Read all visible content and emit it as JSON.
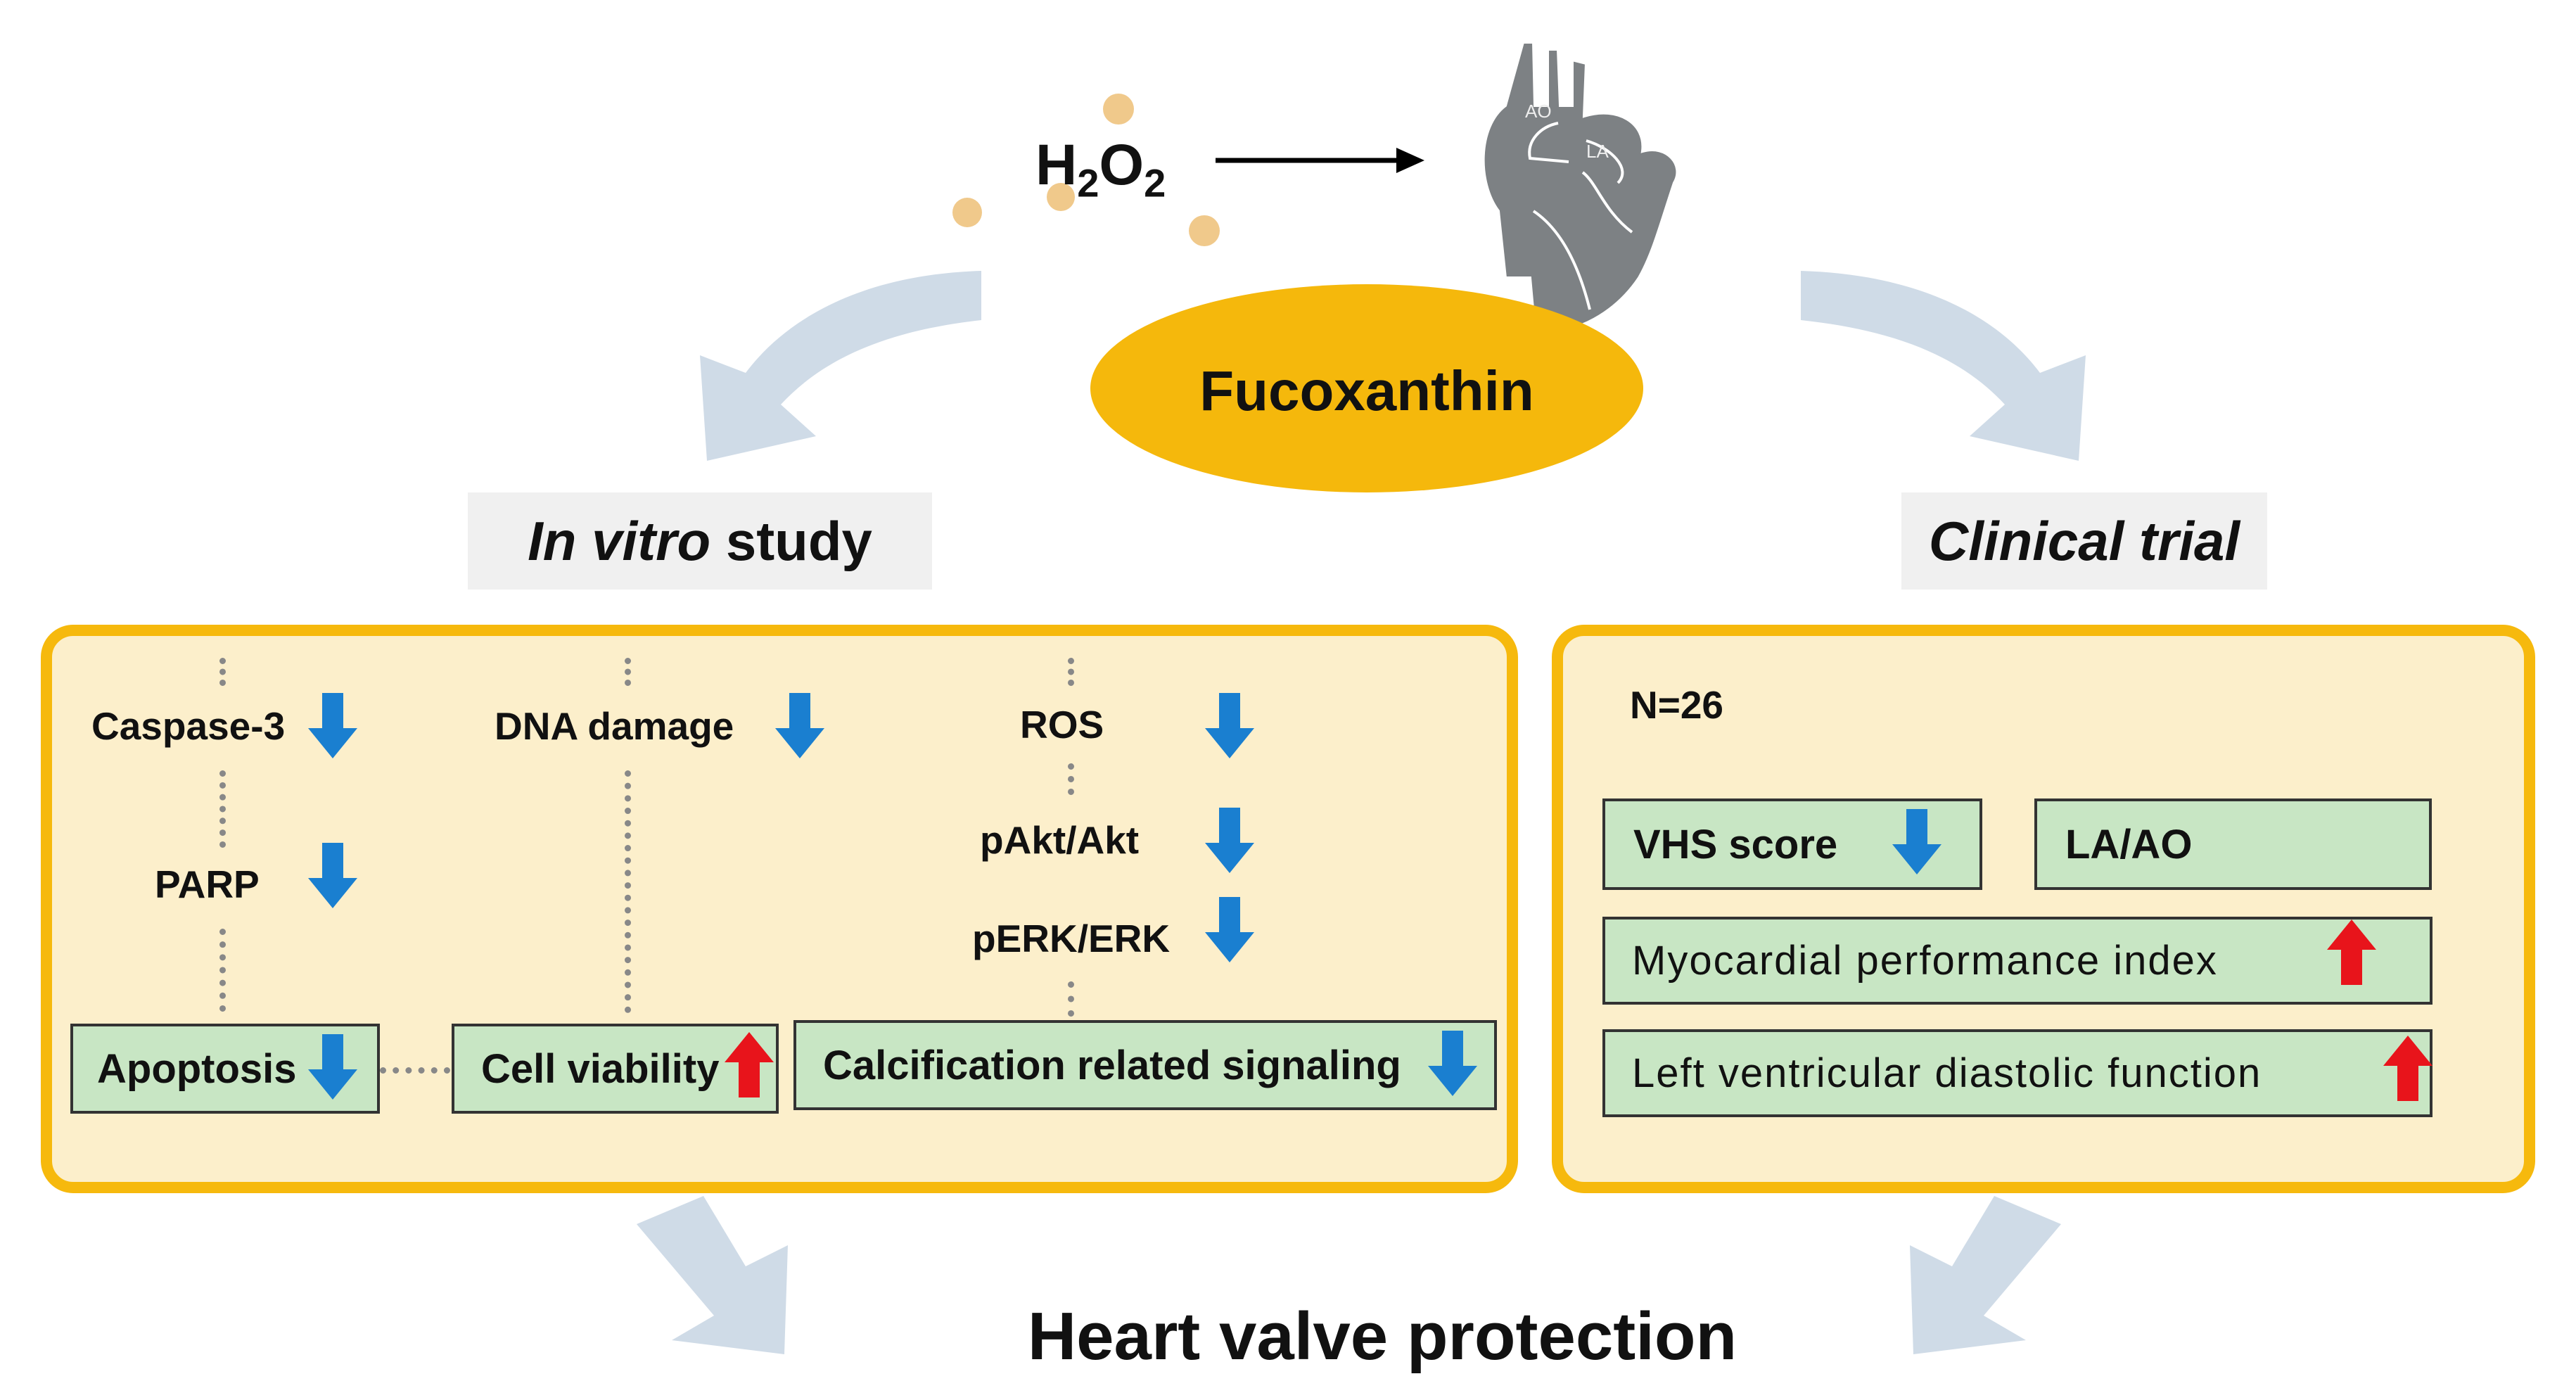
{
  "top": {
    "h2o2_base": "H",
    "h2o2_sub1": "2",
    "h2o2_mid": "O",
    "h2o2_sub2": "2",
    "heart_labels": {
      "ao": "AO",
      "la": "LA"
    },
    "compound": "Fucoxanthin"
  },
  "left_title": {
    "italic": "In vitro",
    "rest": " study"
  },
  "right_title": "Clinical trial",
  "in_vitro": {
    "caspase": "Caspase-3",
    "parp": "PARP",
    "dna": "DNA damage",
    "ros": "ROS",
    "pakt": "pAkt/Akt",
    "perk": "pERK/ERK",
    "apoptosis": "Apoptosis",
    "viability": "Cell viability",
    "calcification": "Calcification related signaling"
  },
  "clinical": {
    "n": "N=26",
    "vhs": "VHS score",
    "laao": "LA/AO",
    "mpi": "Myocardial performance index",
    "lvdf": "Left ventricular diastolic function"
  },
  "bottom": "Heart valve protection",
  "colors": {
    "panel_border": "#f6b90d",
    "panel_fill": "#fcefcb",
    "box_fill": "#c8e6c4",
    "down_arrow": "#1a7fd0",
    "up_arrow": "#e8141b",
    "curved_arrow": "#cfdbe7"
  },
  "icons": {
    "decrease": "blue-down-arrow-icon",
    "increase": "red-up-arrow-icon",
    "organ": "heart-icon"
  }
}
